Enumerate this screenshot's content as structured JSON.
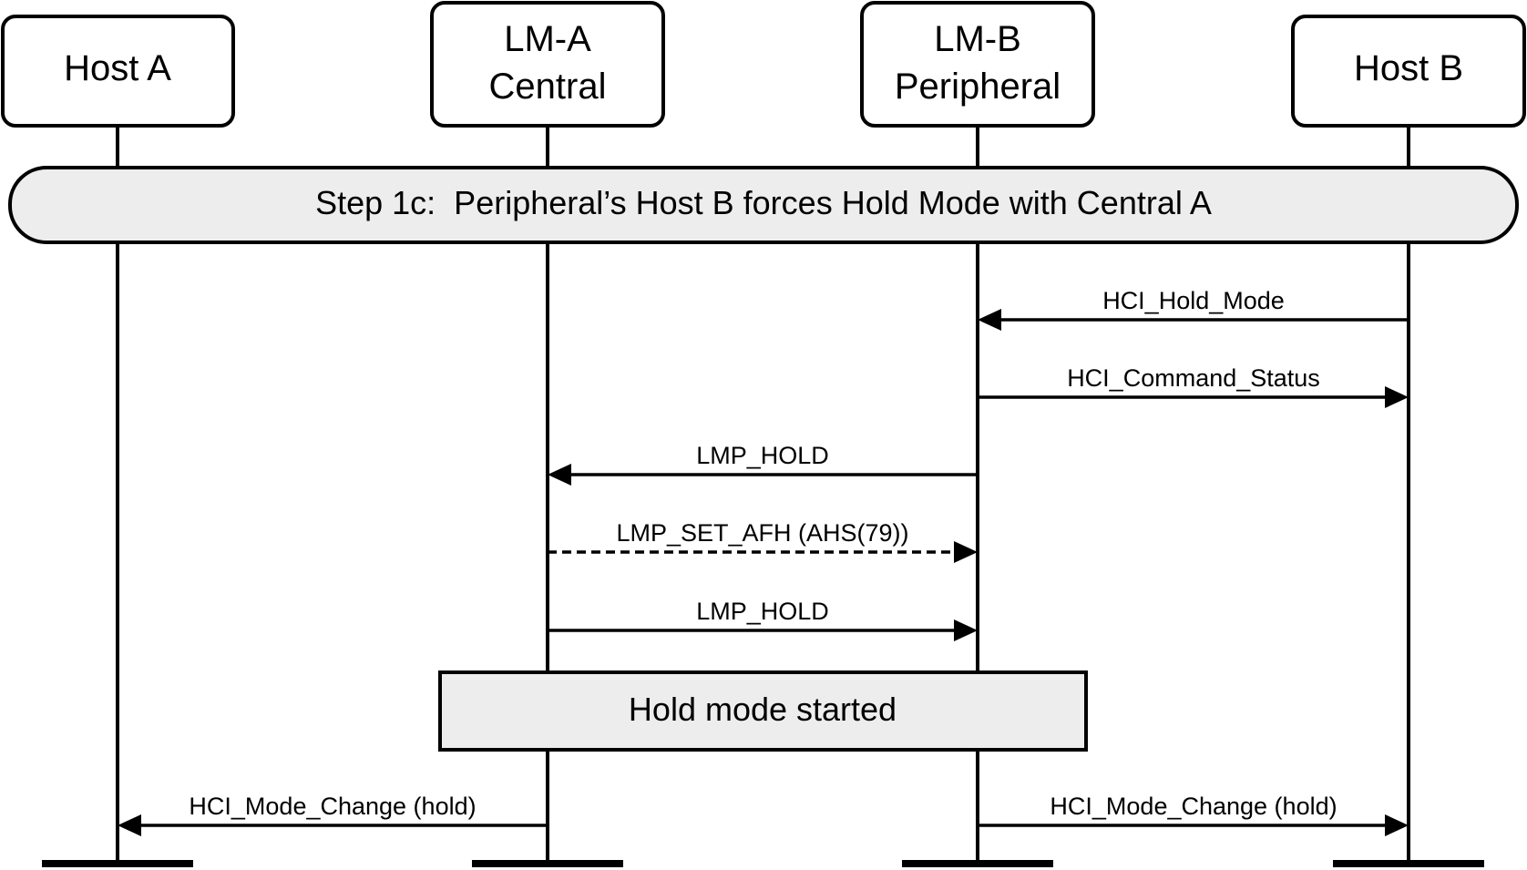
{
  "actors": [
    {
      "id": "host-a",
      "lines": [
        "Host A"
      ]
    },
    {
      "id": "lm-a",
      "lines": [
        "LM-A",
        "Central"
      ]
    },
    {
      "id": "lm-b",
      "lines": [
        "LM-B",
        "Peripheral"
      ]
    },
    {
      "id": "host-b",
      "lines": [
        "Host B"
      ]
    }
  ],
  "step": {
    "label": "Step 1c:  Peripheral’s Host B forces Hold Mode with Central A"
  },
  "messages": [
    {
      "label": "HCI_Hold_Mode",
      "from": "host-b",
      "to": "lm-b",
      "style": "solid"
    },
    {
      "label": "HCI_Command_Status",
      "from": "lm-b",
      "to": "host-b",
      "style": "solid"
    },
    {
      "label": "LMP_HOLD",
      "from": "lm-b",
      "to": "lm-a",
      "style": "solid"
    },
    {
      "label": "LMP_SET_AFH (AHS(79))",
      "from": "lm-a",
      "to": "lm-b",
      "style": "dashed"
    },
    {
      "label": "LMP_HOLD",
      "from": "lm-a",
      "to": "lm-b",
      "style": "solid"
    }
  ],
  "state": {
    "label": "Hold mode started"
  },
  "final_messages": [
    {
      "label": "HCI_Mode_Change (hold)",
      "from": "lm-a",
      "to": "host-a",
      "style": "solid"
    },
    {
      "label": "HCI_Mode_Change (hold)",
      "from": "lm-b",
      "to": "host-b",
      "style": "solid"
    }
  ]
}
